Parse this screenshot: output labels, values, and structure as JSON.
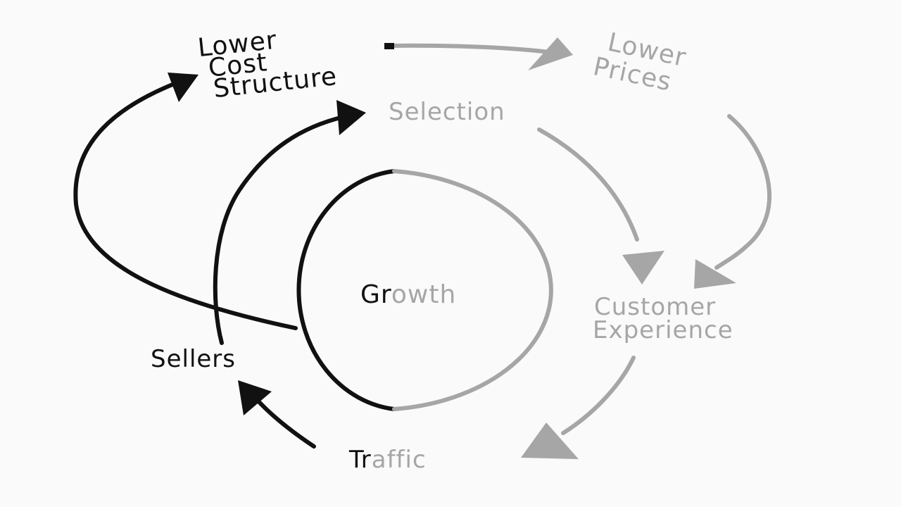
{
  "diagram": {
    "title": "Growth Flywheel",
    "center": {
      "dark_part": "Gr",
      "light_part": "owth"
    },
    "nodes": {
      "lower_cost_structure": [
        "Lower",
        "Cost",
        "Structure"
      ],
      "lower_prices": [
        "Lower",
        "Prices"
      ],
      "selection": "Selection",
      "customer_experience": [
        "Customer",
        "Experience"
      ],
      "traffic": {
        "dark_part": "Tr",
        "light_part": "affic"
      },
      "sellers": "Sellers"
    },
    "edges": [
      {
        "from": "Lower Cost Structure",
        "to": "Lower Prices"
      },
      {
        "from": "Lower Prices",
        "to": "Customer Experience"
      },
      {
        "from": "Selection",
        "to": "Customer Experience"
      },
      {
        "from": "Customer Experience",
        "to": "Traffic"
      },
      {
        "from": "Traffic",
        "to": "Sellers"
      },
      {
        "from": "Sellers",
        "to": "Selection"
      },
      {
        "from": "Growth",
        "to": "Lower Cost Structure"
      }
    ],
    "colors": {
      "dark": "#111111",
      "light": "#a6a6a6",
      "background": "#fafafa"
    }
  }
}
